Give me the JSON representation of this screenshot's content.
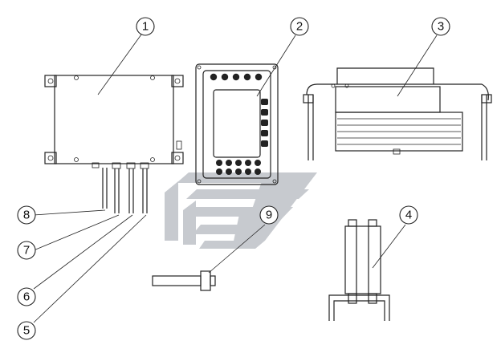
{
  "callouts": {
    "c1": "1",
    "c2": "2",
    "c3": "3",
    "c4": "4",
    "c5": "5",
    "c6": "6",
    "c7": "7",
    "c8": "8",
    "c9": "9"
  },
  "colors": {
    "line": "#222222",
    "watermark": "#9aa0a8",
    "background": "#ffffff"
  }
}
